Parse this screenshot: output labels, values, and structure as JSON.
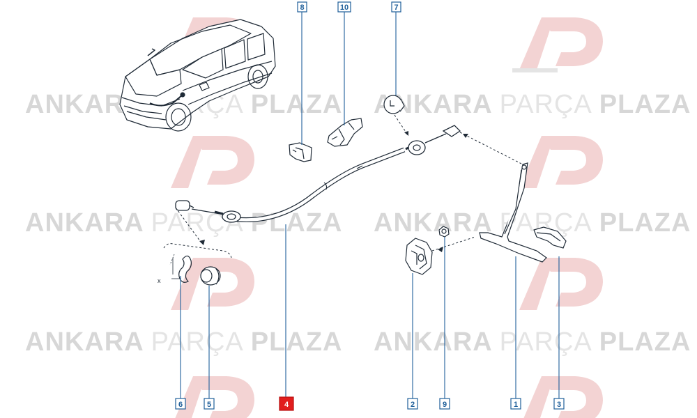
{
  "watermark": {
    "bold_1": "ANKARA",
    "light": "PARÇA",
    "bold_2": "PLAZA",
    "logo_letters": "AP",
    "color_grey": "#d7d7d7",
    "color_light": "#e4e4e4",
    "color_red": "#f3d3d3"
  },
  "diagram": {
    "line_color": "#1f2a36",
    "callout_color": "#1f5f9a",
    "highlight_color": "#e11d1d",
    "dimension_label": "x",
    "callouts": [
      {
        "id": "8",
        "label": "8",
        "highlighted": false
      },
      {
        "id": "10",
        "label": "10",
        "highlighted": false
      },
      {
        "id": "7",
        "label": "7",
        "highlighted": false
      },
      {
        "id": "6",
        "label": "6",
        "highlighted": false
      },
      {
        "id": "5",
        "label": "5",
        "highlighted": false
      },
      {
        "id": "4",
        "label": "4",
        "highlighted": true
      },
      {
        "id": "2",
        "label": "2",
        "highlighted": false
      },
      {
        "id": "9",
        "label": "9",
        "highlighted": false
      },
      {
        "id": "1",
        "label": "1",
        "highlighted": false
      },
      {
        "id": "3",
        "label": "3",
        "highlighted": false
      }
    ]
  }
}
